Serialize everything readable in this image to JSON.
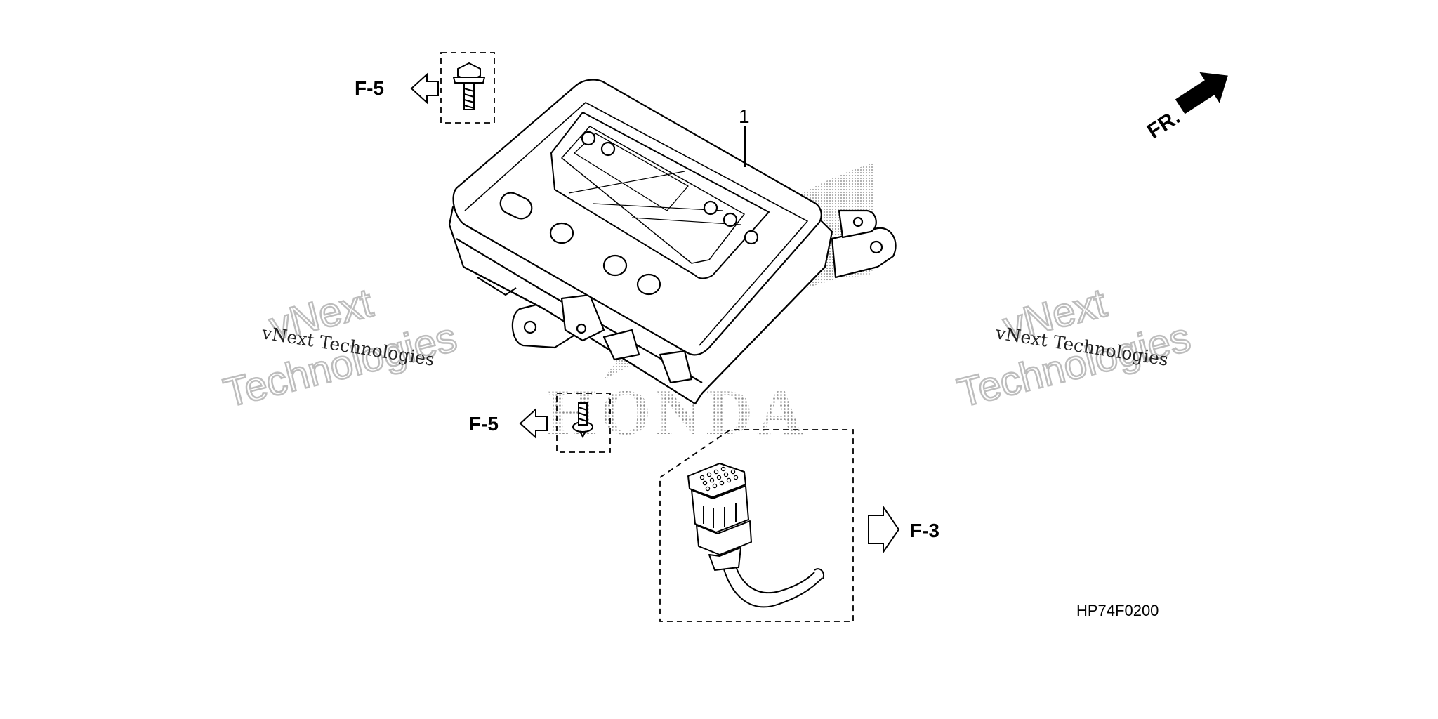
{
  "diagram": {
    "part_number": "1",
    "refs": {
      "bolt_ref": "F-5",
      "screw_ref": "F-5",
      "connector_ref": "F-3"
    },
    "front_indicator": "FR.",
    "diagram_code": "HP74F0200"
  },
  "watermark": {
    "line_serif": "vNext Technologies",
    "line_top": "vNext",
    "line_bottom": "Technologies",
    "brand": "HONDA"
  },
  "colors": {
    "ink": "#000000",
    "watermark_gray": "#bdbdbd",
    "brand_dots": "#8a8a8a"
  }
}
